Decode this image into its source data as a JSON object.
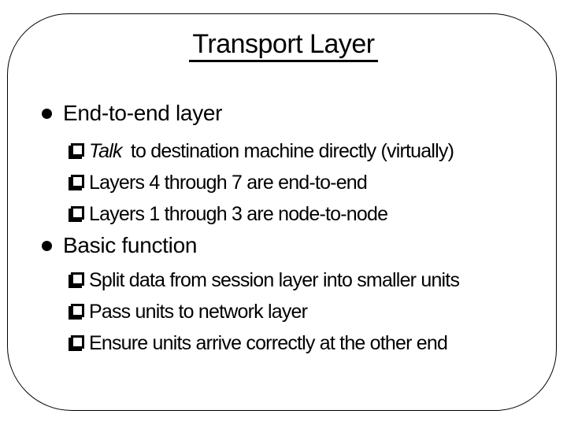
{
  "slide": {
    "title": "Transport Layer",
    "icons": {
      "section_bullet": "filled-circle",
      "item_bullet": "shadowed-open-square"
    },
    "colors": {
      "text": "#000000",
      "background": "#ffffff",
      "border": "#000000"
    },
    "sections": [
      {
        "heading": "End-to-end layer",
        "items": [
          {
            "lead_italic": "Talk",
            "text": " to destination machine directly (virtually)"
          },
          {
            "text": "Layers 4 through 7 are end-to-end"
          },
          {
            "text": "Layers 1 through 3 are node-to-node"
          }
        ]
      },
      {
        "heading": "Basic function",
        "items": [
          {
            "text": "Split data from session layer into smaller units"
          },
          {
            "text": "Pass units to network layer"
          },
          {
            "text": "Ensure units arrive correctly at the other end"
          }
        ]
      }
    ]
  }
}
